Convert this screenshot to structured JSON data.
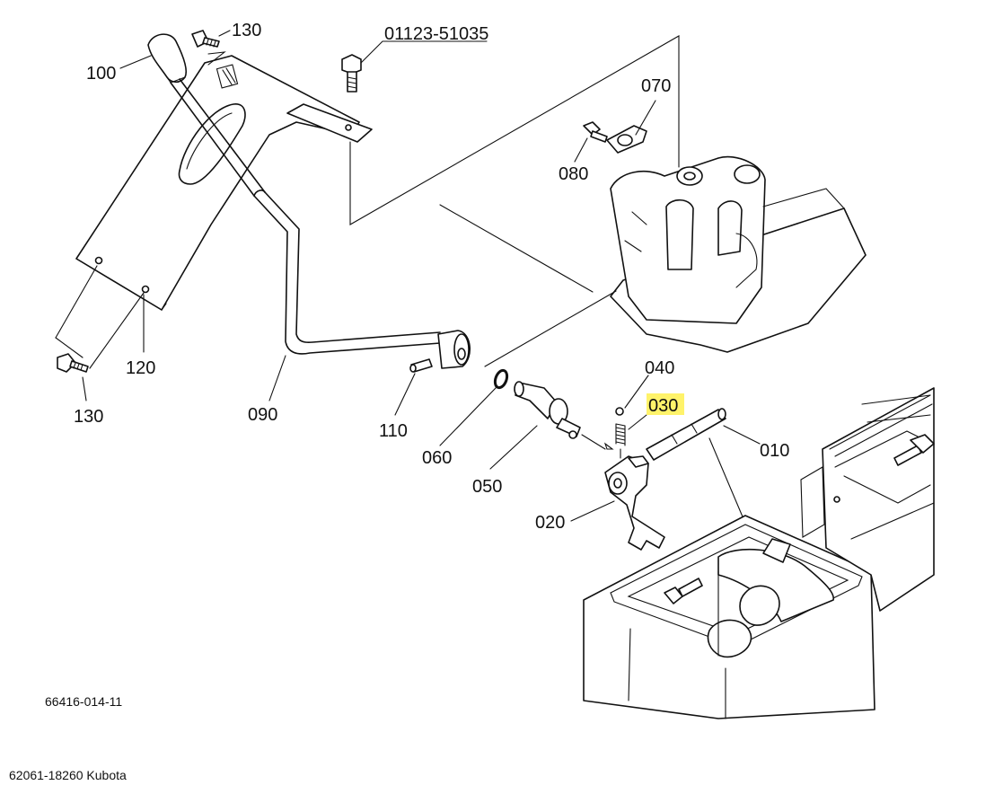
{
  "diagram": {
    "drawing_number": "66416-014-11",
    "caption": "62061-18260 Kubota",
    "callouts": [
      {
        "id": "c-130-top",
        "text": "130"
      },
      {
        "id": "c-100",
        "text": "100"
      },
      {
        "id": "c-01123",
        "text": "01123-51035"
      },
      {
        "id": "c-070",
        "text": "070"
      },
      {
        "id": "c-080",
        "text": "080"
      },
      {
        "id": "c-120",
        "text": "120"
      },
      {
        "id": "c-130-bottom",
        "text": "130"
      },
      {
        "id": "c-090",
        "text": "090"
      },
      {
        "id": "c-110",
        "text": "110"
      },
      {
        "id": "c-060",
        "text": "060"
      },
      {
        "id": "c-050",
        "text": "050"
      },
      {
        "id": "c-040",
        "text": "040"
      },
      {
        "id": "c-030",
        "text": "030",
        "highlighted": true
      },
      {
        "id": "c-010",
        "text": "010"
      },
      {
        "id": "c-020",
        "text": "020"
      }
    ],
    "highlight_color": "#fff36a",
    "line_color": "#111111"
  }
}
